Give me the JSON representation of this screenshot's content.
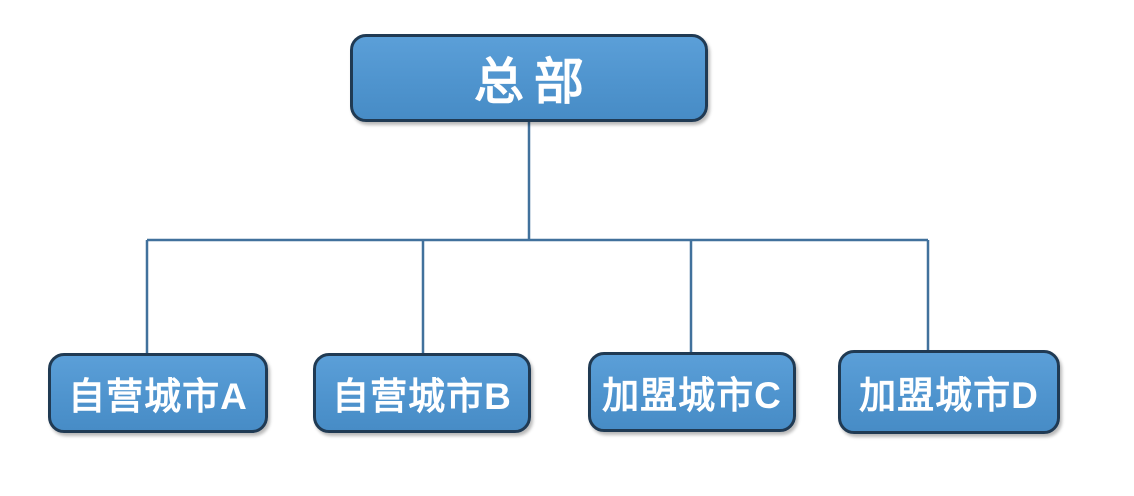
{
  "diagram": {
    "type": "org-chart",
    "root": {
      "label": "总部"
    },
    "children": [
      {
        "label": "自营城市A"
      },
      {
        "label": "自营城市B"
      },
      {
        "label": "加盟城市C"
      },
      {
        "label": "加盟城市D"
      }
    ],
    "colors": {
      "background": "#ffffff",
      "node_fill": "#4f94ce",
      "node_fill_light": "#5b9fd8",
      "node_fill_dark": "#478cc6",
      "node_border": "#203a53",
      "node_text": "#ffffff",
      "connector": "#41719c"
    }
  }
}
